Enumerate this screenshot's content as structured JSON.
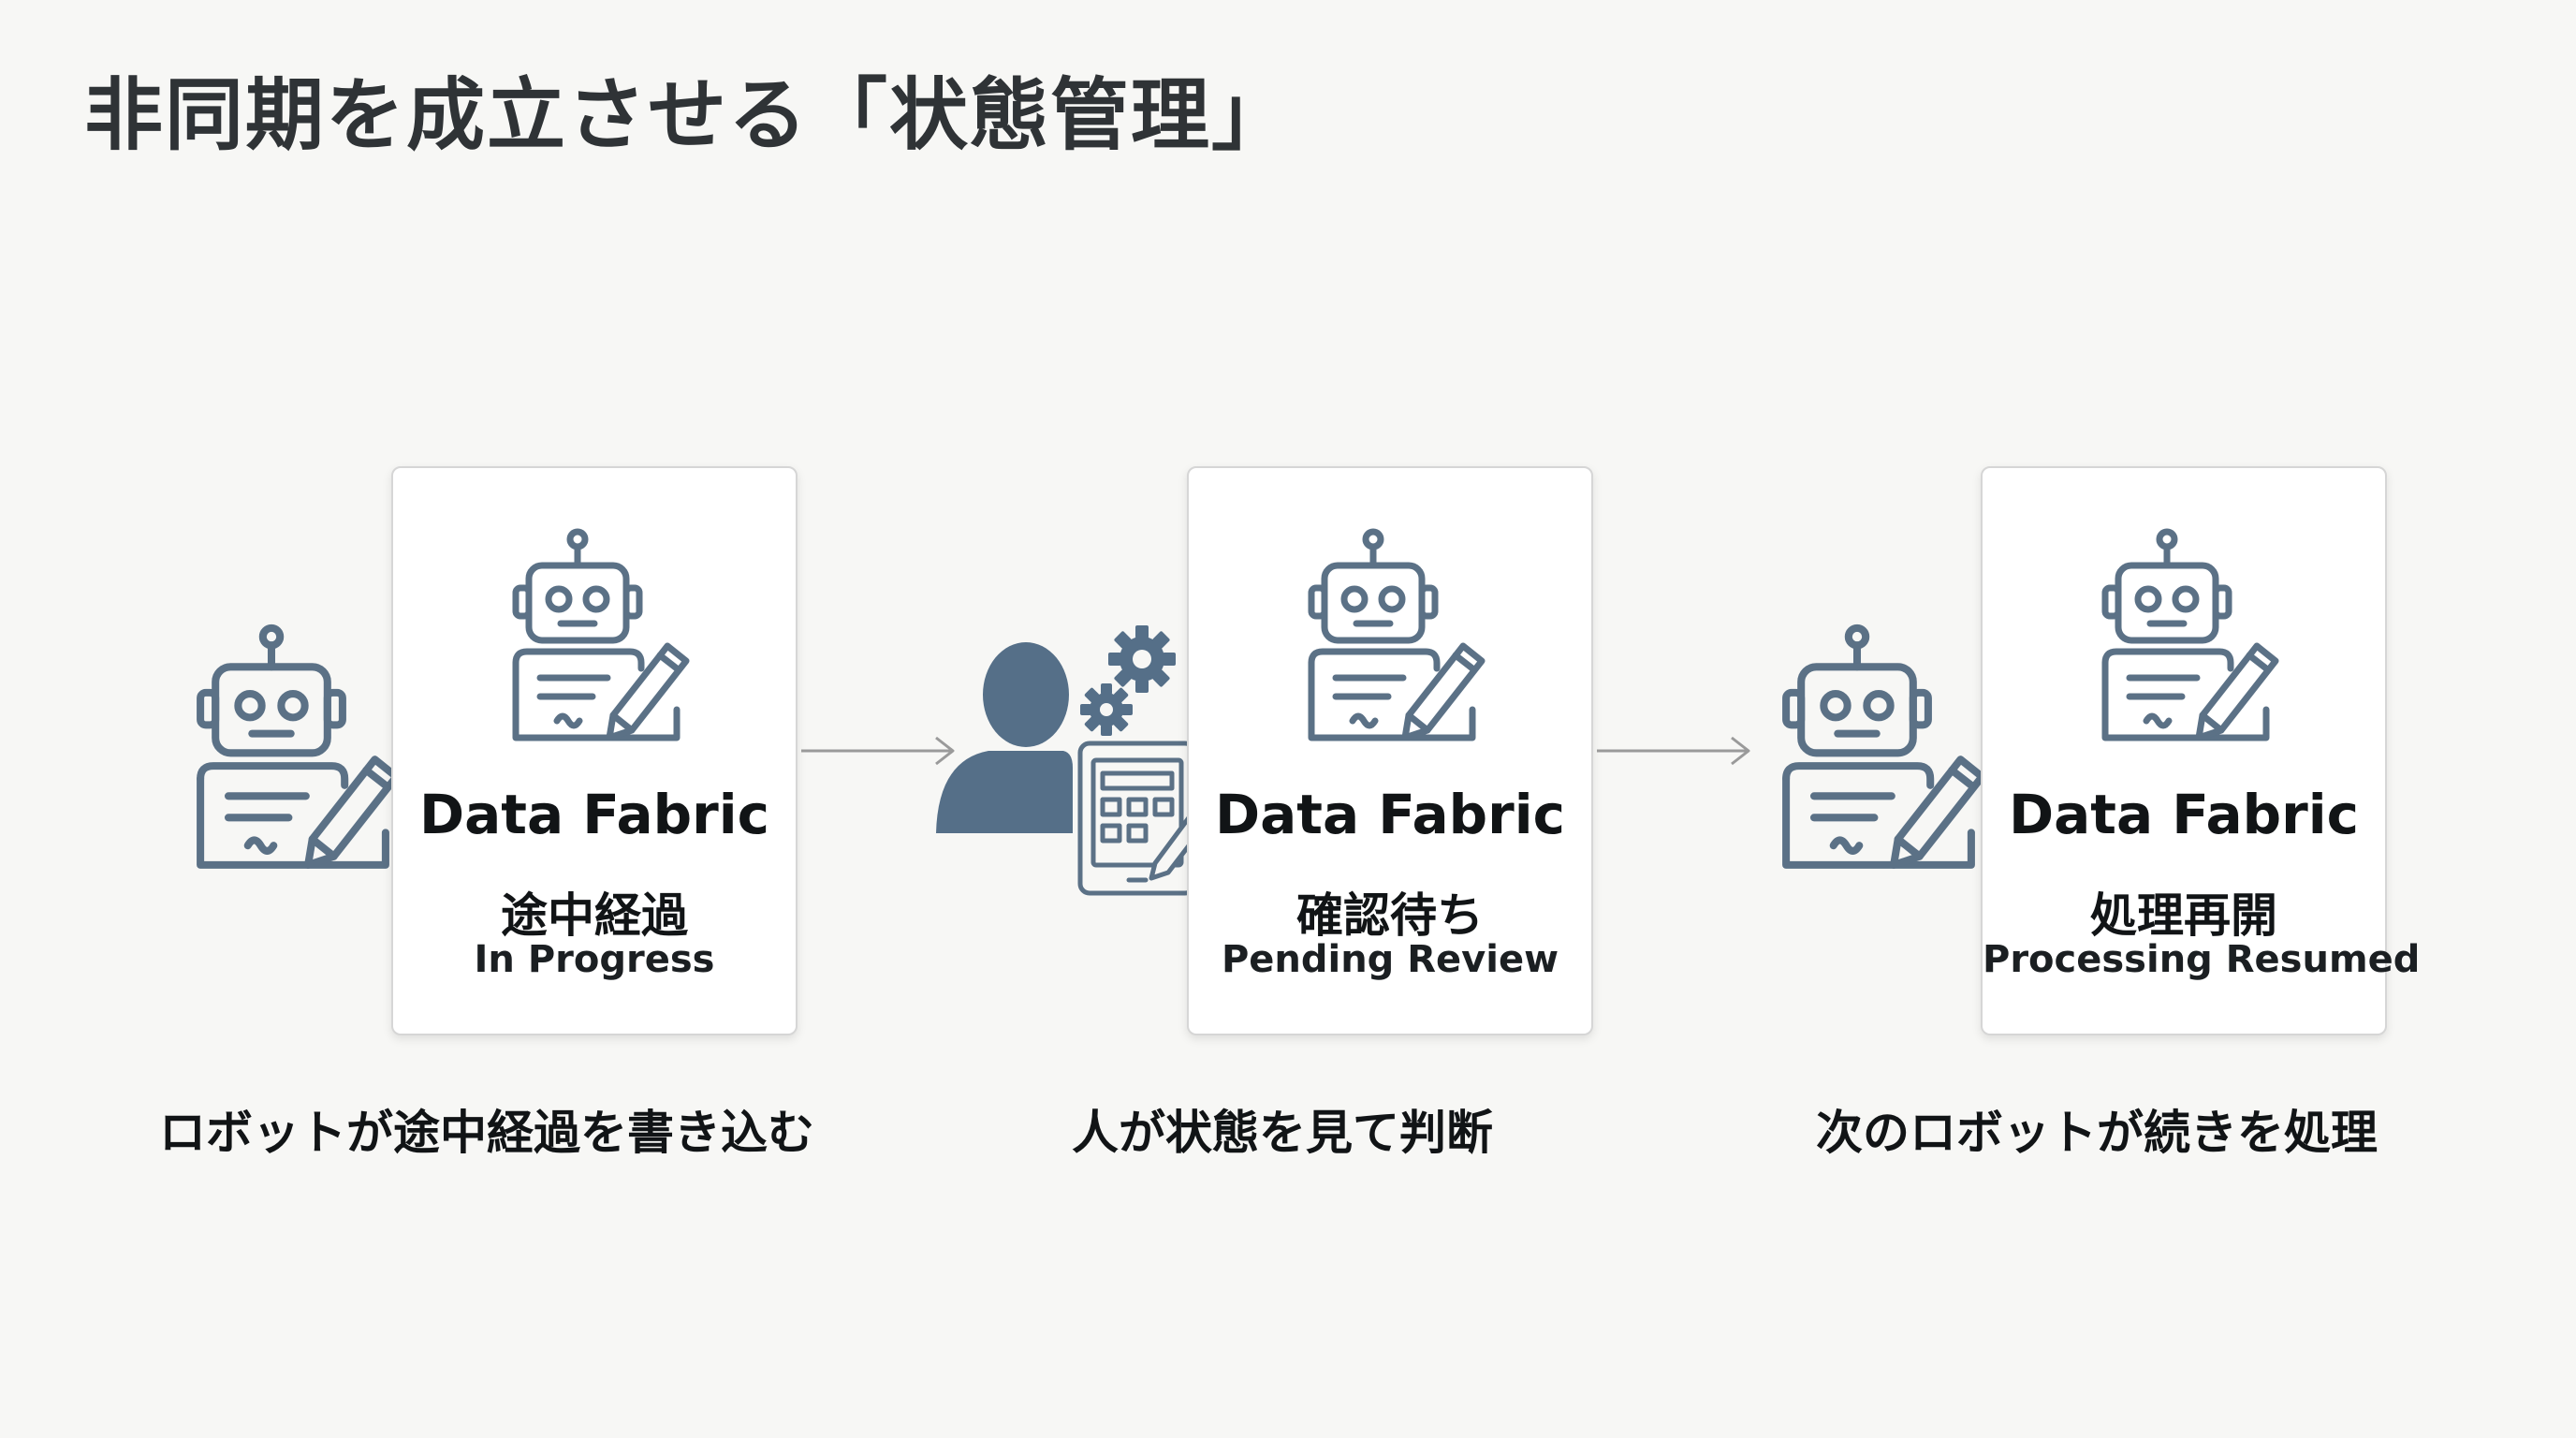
{
  "title": "非同期を成立させる「状態管理」",
  "cards": [
    {
      "title": "Data Fabric",
      "status_jp": "途中経過",
      "status_en": "In Progress"
    },
    {
      "title": "Data Fabric",
      "status_jp": "確認待ち",
      "status_en": "Pending Review"
    },
    {
      "title": "Data Fabric",
      "status_jp": "処理再開",
      "status_en": "Processing Resumed"
    }
  ],
  "captions": [
    "ロボットが途中経過を書き込む",
    "人が状態を見て判断",
    "次のロボットが続きを処理"
  ],
  "icons": {
    "robot": "robot-writing-icon",
    "person": "person-icon",
    "gears": "gears-icon",
    "tablet": "tablet-writing-icon",
    "arrow": "arrow-right-icon"
  },
  "colors": {
    "icon_stroke": "#5b7186",
    "person_fill": "#556f88",
    "arrow": "#9a9a9a"
  }
}
